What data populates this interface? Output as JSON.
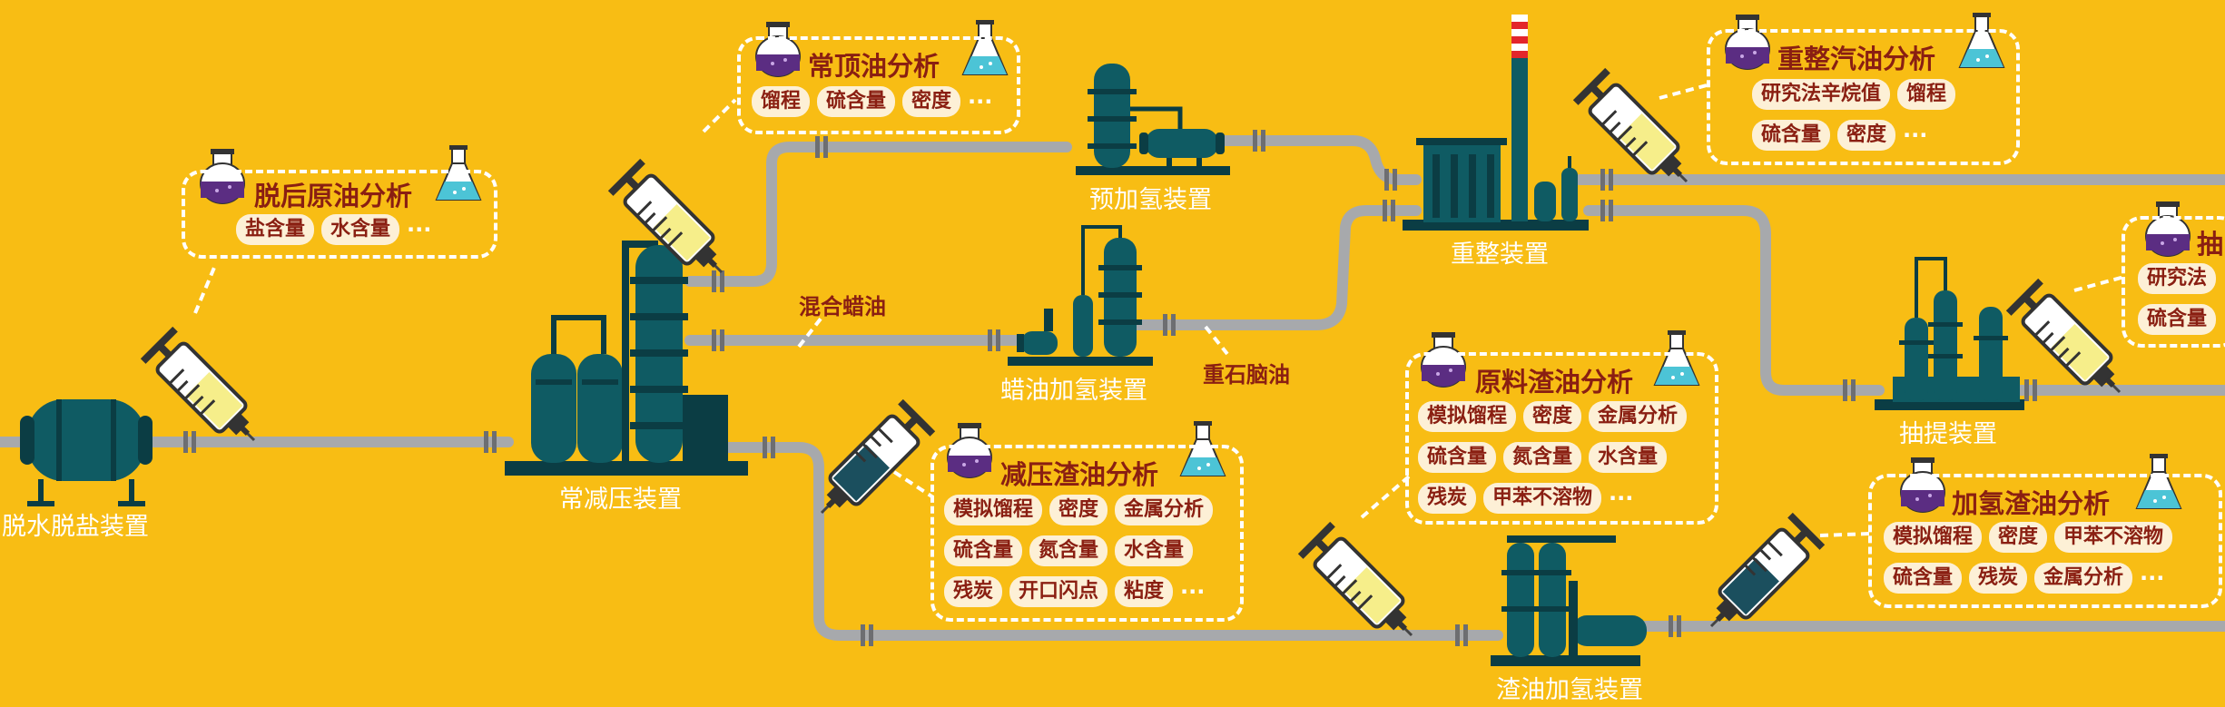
{
  "units": {
    "desalting": "脱水脱盐装置",
    "atm_vac": "常减压装置",
    "prehydro": "预加氢装置",
    "wax_hydro": "蜡油加氢装置",
    "reforming": "重整装置",
    "extraction": "抽提装置",
    "residue_hydro": "渣油加氢装置"
  },
  "products": {
    "mixed_wax": "混合蜡油",
    "heavy_naphtha": "重石脑油"
  },
  "analyses": {
    "desalted_crude": {
      "title": "脱后原油分析",
      "rows": [
        [
          "盐含量",
          "水含量"
        ]
      ],
      "more": "···"
    },
    "atm_top_oil": {
      "title": "常顶油分析",
      "rows": [
        [
          "馏程",
          "硫含量",
          "密度"
        ]
      ],
      "more": "···"
    },
    "vac_residue": {
      "title": "减压渣油分析",
      "rows": [
        [
          "模拟馏程",
          "密度",
          "金属分析"
        ],
        [
          "硫含量",
          "氮含量",
          "水含量"
        ],
        [
          "残炭",
          "开口闪点",
          "粘度"
        ]
      ],
      "more": "···"
    },
    "feed_residue": {
      "title": "原料渣油分析",
      "rows": [
        [
          "模拟馏程",
          "密度",
          "金属分析"
        ],
        [
          "硫含量",
          "氮含量",
          "水含量"
        ],
        [
          "残炭",
          "甲苯不溶物"
        ]
      ],
      "more": "···"
    },
    "reformate": {
      "title": "重整汽油分析",
      "rows": [
        [
          "研究法辛烷值",
          "馏程"
        ],
        [
          "硫含量",
          "密度"
        ]
      ],
      "more": "···"
    },
    "extraction_partial": {
      "title": "抽",
      "rows": [
        [
          "研究法"
        ],
        [
          "硫含量"
        ]
      ],
      "more": ""
    },
    "hydro_residue": {
      "title": "加氢渣油分析",
      "rows": [
        [
          "模拟馏程",
          "密度",
          "甲苯不溶物"
        ],
        [
          "硫含量",
          "残炭",
          "金属分析"
        ]
      ],
      "more": "···"
    }
  },
  "colors": {
    "background": "#f8bd14",
    "pipe": "#a7a9ac",
    "equipment": "#0f5b63",
    "equipment_dark": "#0b3d44",
    "label_text": "#8a1f12",
    "pill_bg": "#fdf0d6",
    "flask_liquid": "#5b2d82",
    "conical_liquid": "#4cc4d6",
    "syringe_fluid": "#f6ee8a"
  },
  "icons": [
    "round-flask-icon",
    "conical-flask-icon",
    "syringe-icon",
    "chimney-icon"
  ]
}
